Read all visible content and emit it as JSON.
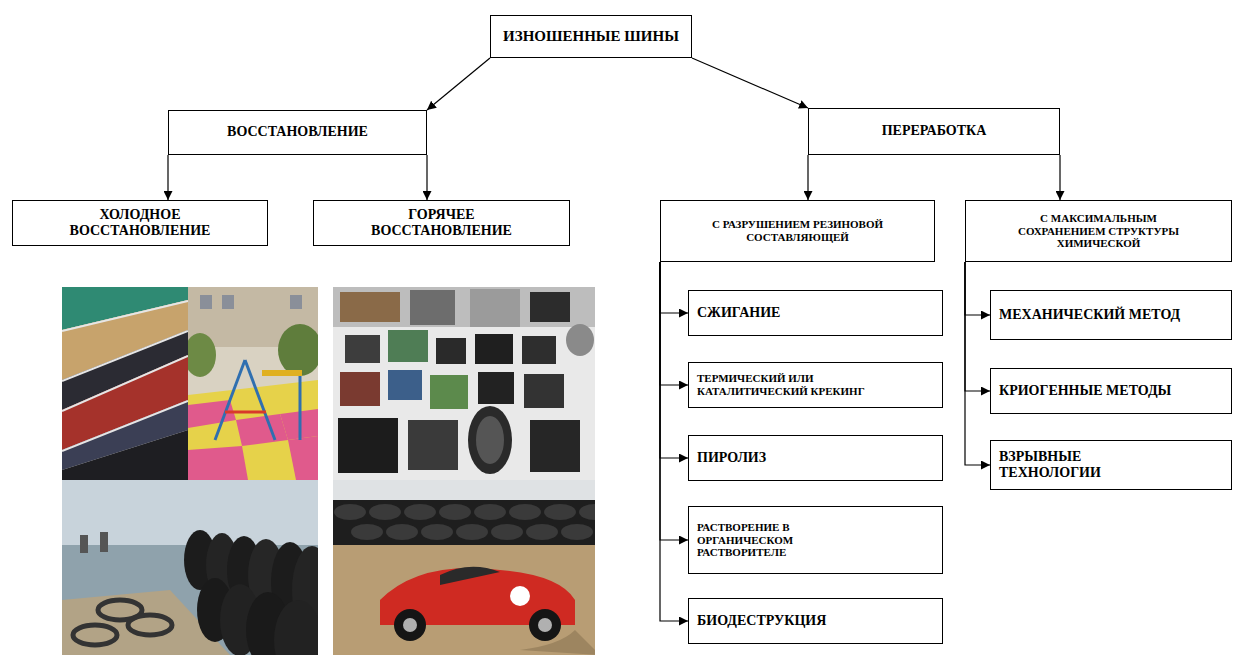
{
  "diagram": {
    "nodes": [
      {
        "text": [
          "ИЗНОШЕННЫЕ ШИНЫ"
        ]
      },
      {
        "text": [
          "ВОССТАНОВЛЕНИЕ"
        ]
      },
      {
        "text": [
          "ПЕРЕРАБОТКА"
        ]
      },
      {
        "text": [
          "ХОЛОДНОЕ ВОССТАНОВЛЕНИЕ"
        ]
      },
      {
        "text": [
          "ГОРЯЧЕЕ ВОССТАНОВЛЕНИЕ"
        ]
      },
      {
        "text": [
          "С РАЗРУШЕНИЕМ РЕЗИНОВОЙ СОСТАВЛЯЮЩЕЙ"
        ]
      },
      {
        "text": [
          "С МАКСИМАЛЬНЫМ СОХРАНЕНИЕМ СТРУКТУРЫ ХИМИЧЕСКОЙ"
        ]
      },
      {
        "text": [
          "СЖИГАНИЕ"
        ]
      },
      {
        "text": [
          "ТЕРМИЧЕСКИЙ ИЛИ КАТАЛИТИЧЕСКИЙ КРЕКИНГ"
        ]
      },
      {
        "text": [
          "ПИРОЛИЗ"
        ]
      },
      {
        "text": [
          "РАСТВОРЕНИЕ В ОРГАНИЧЕСКОМ РАСТВОРИТЕЛЕ"
        ]
      },
      {
        "text": [
          "БИОДЕСТРУКЦИЯ"
        ]
      },
      {
        "text": [
          "МЕХАНИЧЕСКИЙ МЕТОД"
        ]
      },
      {
        "text": [
          "КРИОГЕННЫЕ МЕТОДЫ"
        ]
      },
      {
        "text": [
          "ВЗРЫВНЫЕ ТЕХНОЛОГИИ"
        ]
      }
    ],
    "edges": [
      {
        "from": 0,
        "to": 1,
        "arrow": "to"
      },
      {
        "from": 0,
        "to": 2,
        "arrow": "to"
      },
      {
        "from": 1,
        "to": 3,
        "arrow": "to"
      },
      {
        "from": 1,
        "to": 4,
        "arrow": "to"
      },
      {
        "from": 2,
        "to": 5,
        "arrow": "to"
      },
      {
        "from": 2,
        "to": 6,
        "arrow": "to"
      },
      {
        "from": 5,
        "to": 7,
        "arrow": "to"
      },
      {
        "from": 5,
        "to": 8,
        "arrow": "to"
      },
      {
        "from": 5,
        "to": 9,
        "arrow": "to"
      },
      {
        "from": 5,
        "to": 10,
        "arrow": "to"
      },
      {
        "from": 5,
        "to": 11,
        "arrow": "to"
      },
      {
        "from": 6,
        "to": 12,
        "arrow": "to"
      },
      {
        "from": 6,
        "to": 13,
        "arrow": "to"
      },
      {
        "from": 6,
        "to": 14,
        "arrow": "to"
      }
    ]
  }
}
